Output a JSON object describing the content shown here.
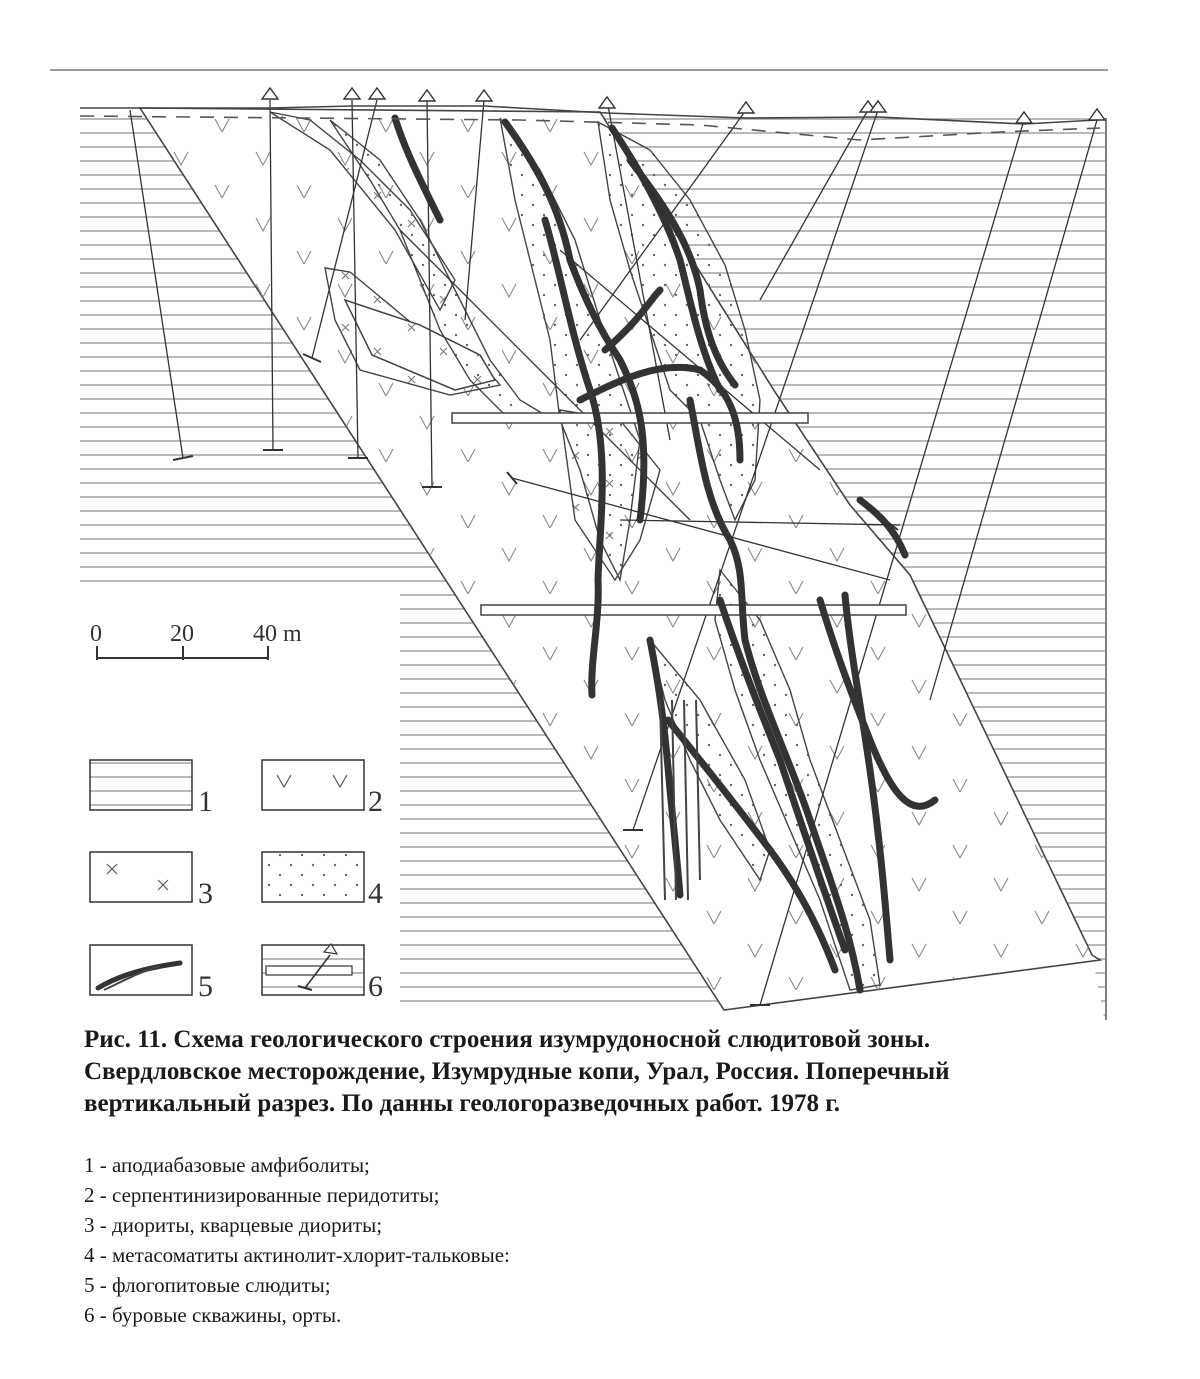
{
  "scale_bar": {
    "ticks": [
      "0",
      "20",
      "40 m"
    ]
  },
  "legend_swatches": [
    {
      "number": "1",
      "pattern": "horizontal-lines"
    },
    {
      "number": "2",
      "pattern": "v-marks"
    },
    {
      "number": "3",
      "pattern": "x-marks"
    },
    {
      "number": "4",
      "pattern": "dots"
    },
    {
      "number": "5",
      "pattern": "black-veins"
    },
    {
      "number": "6",
      "pattern": "borehole-and-adit"
    }
  ],
  "caption": {
    "line1": "Рис. 11. Схема геологического строения изумрудоносной слюдитовой зоны.",
    "line2": "Свердловское месторождение, Изумрудные копи, Урал, Россия. Поперечный",
    "line3": "вертикальный разрез. По данны геологоразведочных работ. 1978 г."
  },
  "legend_items": [
    "1 - аподиабазовые амфиболиты;",
    "2 - серпентинизированные перидотиты;",
    "3 - диориты, кварцевые диориты;",
    "4 - метасоматиты актинолит-хлорит-тальковые:",
    "5 - флогопитовые слюдиты;",
    "6 - буровые скважины, орты."
  ],
  "colors": {
    "ink": "#2b2b2b",
    "hatch": "#7a7a7a",
    "vein": "#3a3a3a"
  }
}
